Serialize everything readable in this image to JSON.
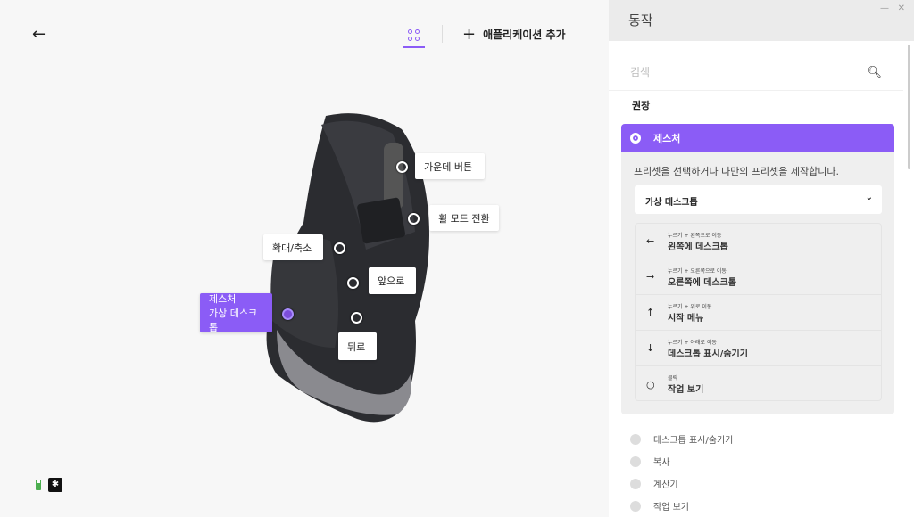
{
  "header": {
    "back_icon": "arrow-left-icon",
    "view_icon": "grid-icon",
    "add_app": "애플리케이션 추가"
  },
  "labels": {
    "middle": "가운데 버튼",
    "wheel": "휠 모드 전환",
    "zoom": "확대/축소",
    "forward": "앞으로",
    "gesture_title": "제스처",
    "gesture_sub": "가상 데스크톱",
    "back": "뒤로"
  },
  "panel": {
    "title": "동작",
    "search_placeholder": "검색",
    "recommended": "권장",
    "card_title": "제스처",
    "card_desc": "프리셋을 선택하거나 나만의 프리셋을 제작합니다.",
    "preset": "가상 데스크톱",
    "rows": [
      {
        "icon": "←",
        "hint": "누르기 + 왼쪽으로 이동",
        "action": "왼쪽에 데스크톱"
      },
      {
        "icon": "→",
        "hint": "누르기 + 오른쪽으로 이동",
        "action": "오른쪽에 데스크톱"
      },
      {
        "icon": "↑",
        "hint": "누르기 + 위로 이동",
        "action": "시작 메뉴"
      },
      {
        "icon": "↓",
        "hint": "누르기 + 아래로 이동",
        "action": "데스크톱 표시/숨기기"
      },
      {
        "icon": "○",
        "hint": "클릭",
        "action": "작업 보기"
      }
    ],
    "options": [
      "데스크톱 표시/숨기기",
      "복사",
      "계산기",
      "작업 보기"
    ]
  },
  "accent": "#8b5cf6"
}
